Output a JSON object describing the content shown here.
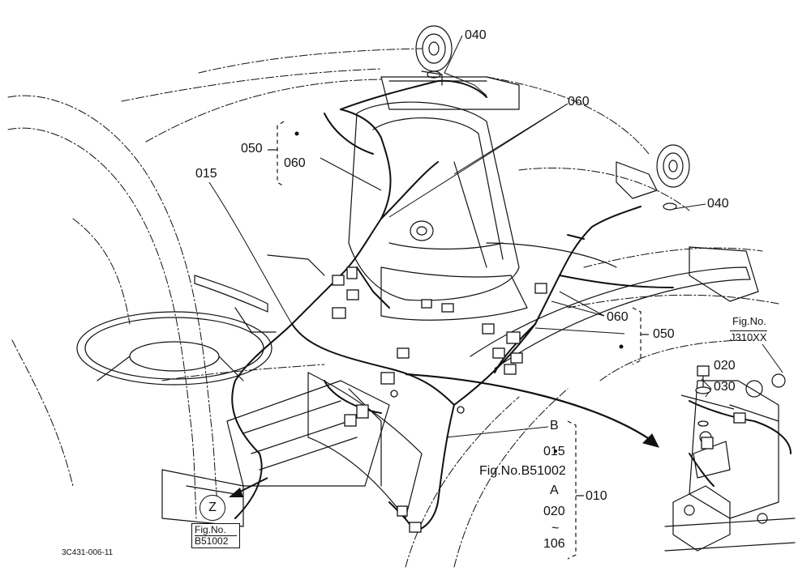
{
  "labels": {
    "l040_top": "040",
    "l060_top": "060",
    "l050_left": "050",
    "l060_left": "060",
    "l015_left": "015",
    "l040_right": "040",
    "l060_mid": "060",
    "l050_mid": "050",
    "l020": "020",
    "l030": "030",
    "figno_right_a": "Fig.No.",
    "figno_right_b": "J310XX",
    "stack_b": "B",
    "stack_015": "015",
    "stack_fig": "Fig.No.B51002",
    "stack_a": "A",
    "stack_020": "020",
    "stack_tilde": "~",
    "stack_106": "106",
    "l010": "010",
    "z": "Z",
    "figno_left_a": "Fig.No.",
    "figno_left_b": "B51002",
    "drawing_no": "3C431-006-11"
  }
}
